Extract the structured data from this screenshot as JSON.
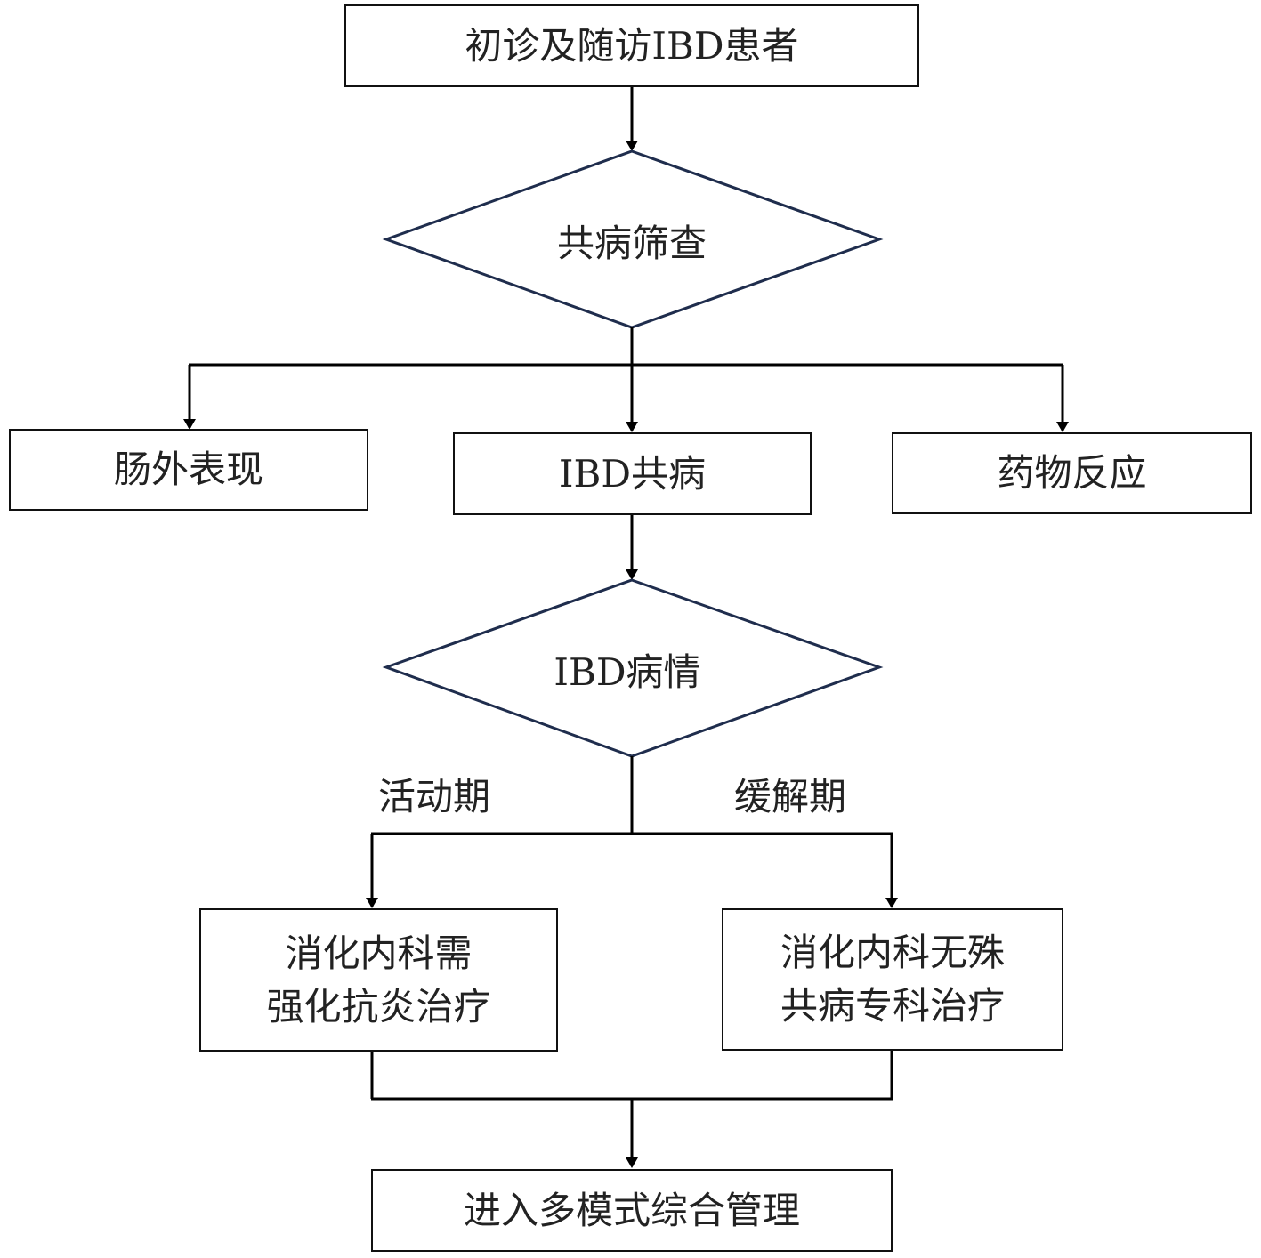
{
  "nodes": {
    "start": "初诊及随访IBD患者",
    "screening": "共病筛查",
    "extraintestinal": "肠外表现",
    "ibd_comorbidity": "IBD共病",
    "drug_reaction": "药物反应",
    "ibd_condition": "IBD病情",
    "active_treatment": {
      "line1": "消化内科需",
      "line2": "强化抗炎治疗"
    },
    "remission_treatment": {
      "line1": "消化内科无殊",
      "line2": "共病专科治疗"
    },
    "end": "进入多模式综合管理"
  },
  "branch_labels": {
    "active": "活动期",
    "remission": "缓解期"
  },
  "colors": {
    "box_border": "#111111",
    "diamond_border": "#1f2d4d",
    "connector": "#000000"
  }
}
